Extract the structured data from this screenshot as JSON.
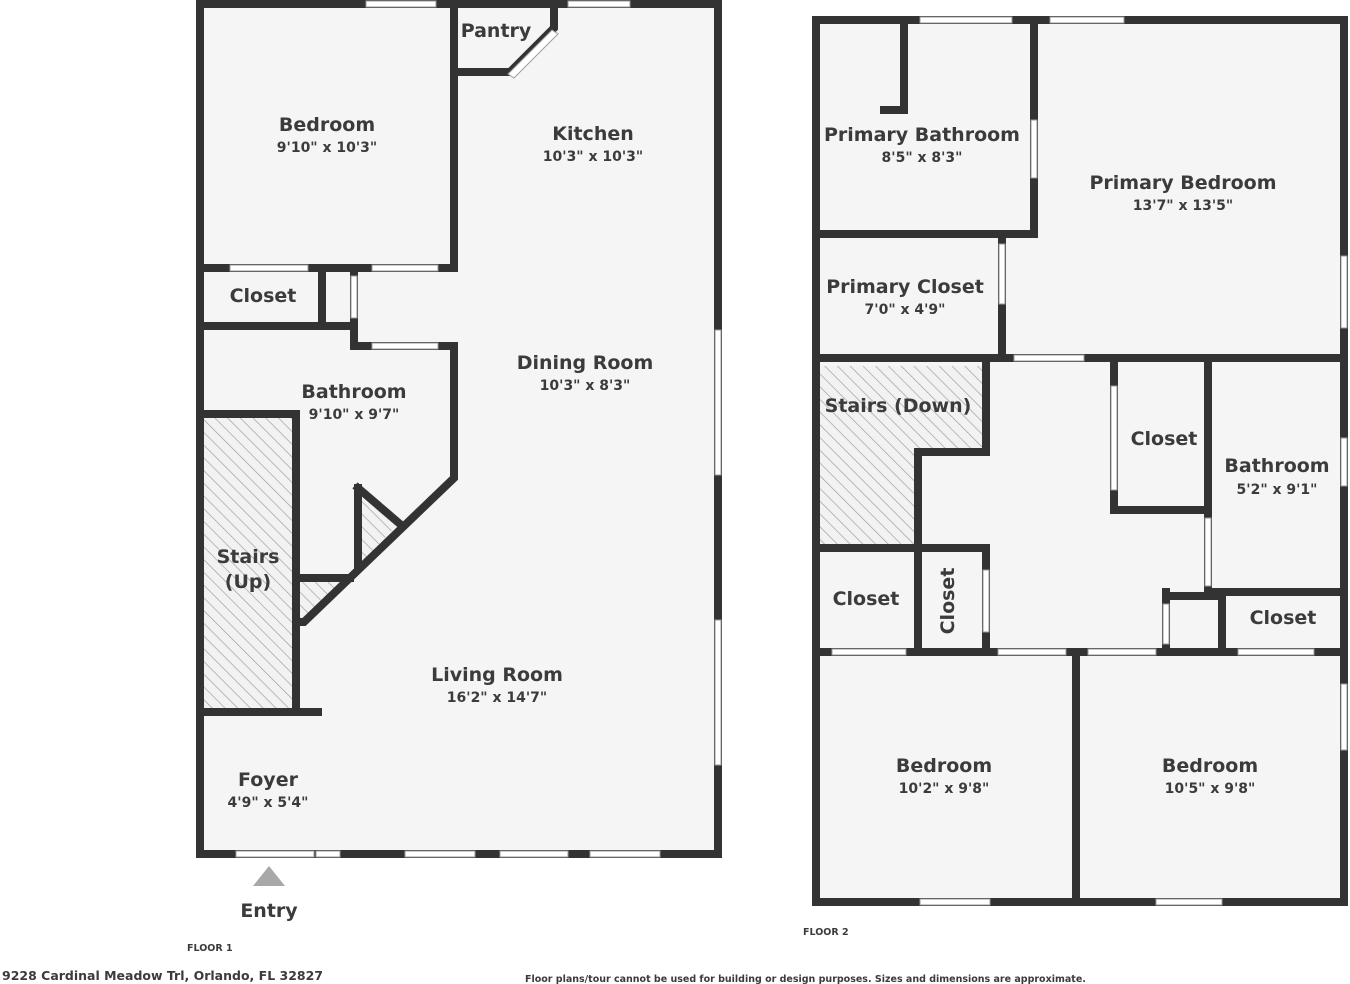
{
  "floor1": {
    "label": "FLOOR 1",
    "entry_label": "Entry",
    "rooms": {
      "bedroom": {
        "name": "Bedroom",
        "dims": "9'10\" x 10'3\""
      },
      "pantry": {
        "name": "Pantry"
      },
      "kitchen": {
        "name": "Kitchen",
        "dims": "10'3\" x 10'3\""
      },
      "closet": {
        "name": "Closet"
      },
      "dining_room": {
        "name": "Dining Room",
        "dims": "10'3\" x 8'3\""
      },
      "bathroom": {
        "name": "Bathroom",
        "dims": "9'10\" x 9'7\""
      },
      "stairs_up_line1": "Stairs",
      "stairs_up_line2": "(Up)",
      "living_room": {
        "name": "Living Room",
        "dims": "16'2\" x 14'7\""
      },
      "foyer": {
        "name": "Foyer",
        "dims": "4'9\" x 5'4\""
      }
    }
  },
  "floor2": {
    "label": "FLOOR 2",
    "rooms": {
      "primary_bathroom": {
        "name": "Primary Bathroom",
        "dims": "8'5\" x 8'3\""
      },
      "primary_bedroom": {
        "name": "Primary Bedroom",
        "dims": "13'7\" x 13'5\""
      },
      "primary_closet": {
        "name": "Primary Closet",
        "dims": "7'0\" x 4'9\""
      },
      "stairs_down": {
        "name": "Stairs (Down)"
      },
      "hall_closet": {
        "name": "Closet"
      },
      "bathroom": {
        "name": "Bathroom",
        "dims": "5'2\" x 9'1\""
      },
      "closet_left": {
        "name": "Closet"
      },
      "closet_vertical": {
        "name": "Closet"
      },
      "closet_right": {
        "name": "Closet"
      },
      "bedroom_left": {
        "name": "Bedroom",
        "dims": "10'2\" x 9'8\""
      },
      "bedroom_right": {
        "name": "Bedroom",
        "dims": "10'5\" x 9'8\""
      }
    }
  },
  "footer": {
    "address": "9228 Cardinal Meadow Trl, Orlando, FL 32827",
    "disclaimer": "Floor plans/tour cannot be used for building or design purposes. Sizes and dimensions are approximate."
  },
  "colors": {
    "wall": "#333333",
    "floor": "#f5f5f5",
    "text": "#3b3b3b",
    "hatch": "#9a9a9a",
    "entry_arrow": "#a8a8a8"
  }
}
